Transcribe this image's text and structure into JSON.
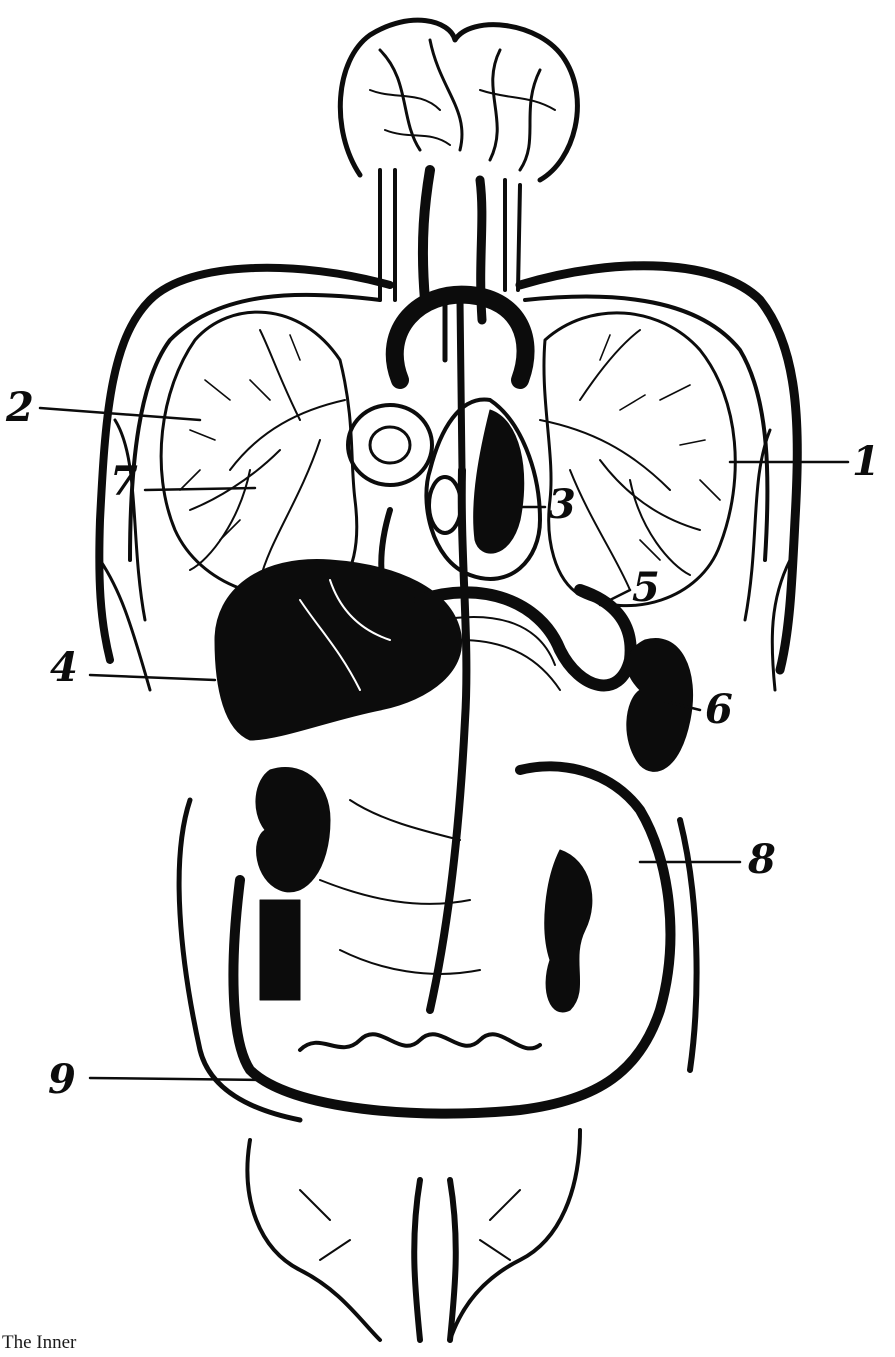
{
  "labels": [
    {
      "id": "1",
      "text": "1"
    },
    {
      "id": "2",
      "text": "2"
    },
    {
      "id": "3",
      "text": "3"
    },
    {
      "id": "4",
      "text": "4"
    },
    {
      "id": "5",
      "text": "5"
    },
    {
      "id": "6",
      "text": "6"
    },
    {
      "id": "7",
      "text": "7"
    },
    {
      "id": "8",
      "text": "8"
    },
    {
      "id": "9",
      "text": "9"
    }
  ],
  "caption": "The Inner",
  "colors": {
    "ink": "#0c0c0c",
    "paper": "#ffffff"
  }
}
